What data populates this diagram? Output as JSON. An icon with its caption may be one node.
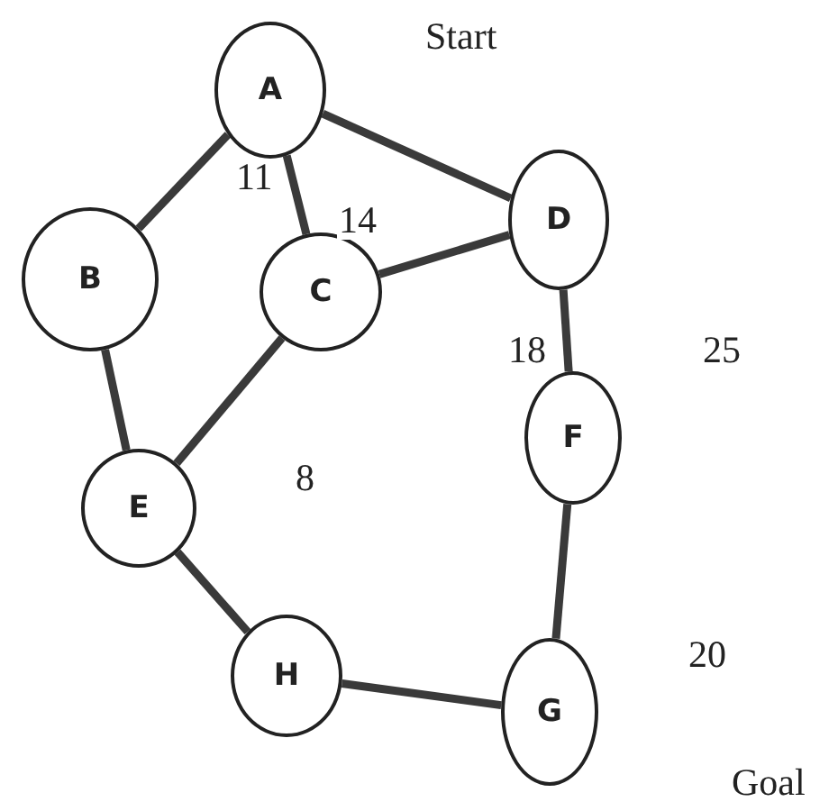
{
  "diagram": {
    "nodes": [
      {
        "text": [
          "A"
        ]
      },
      {
        "text": [
          "B"
        ]
      },
      {
        "text": [
          "C"
        ]
      },
      {
        "text": [
          "D"
        ]
      },
      {
        "text": [
          "E"
        ]
      },
      {
        "text": [
          "F"
        ]
      },
      {
        "text": [
          "H"
        ]
      },
      {
        "text": [
          "G"
        ]
      }
    ],
    "edges": [
      {
        "from": 0,
        "to": 1,
        "arrow": "none",
        "label": "11"
      },
      {
        "from": 0,
        "to": 2,
        "arrow": "none",
        "label": "14"
      },
      {
        "from": 0,
        "to": 3,
        "arrow": "none"
      },
      {
        "from": 2,
        "to": 3,
        "arrow": "none"
      },
      {
        "from": 1,
        "to": 4,
        "arrow": "none"
      },
      {
        "from": 2,
        "to": 4,
        "arrow": "none"
      },
      {
        "from": 3,
        "to": 5,
        "arrow": "none",
        "label": "18"
      },
      {
        "from": 4,
        "to": 6,
        "arrow": "none"
      },
      {
        "from": 6,
        "to": 7,
        "arrow": "none"
      },
      {
        "from": 5,
        "to": 7,
        "arrow": "none"
      }
    ],
    "labels": [
      "Start",
      "8",
      "25",
      "20",
      "Goal"
    ]
  }
}
